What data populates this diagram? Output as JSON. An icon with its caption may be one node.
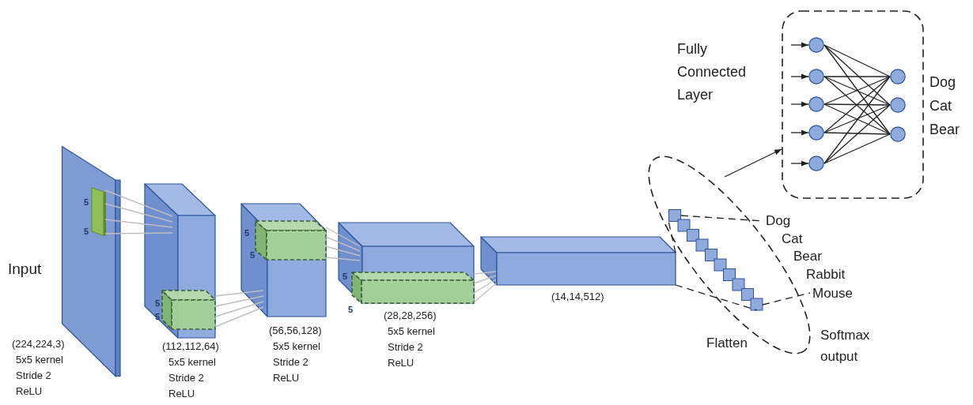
{
  "diagram": {
    "nodes": [
      {
        "text": [],
        "shape": "box",
        "beside": [
          "Input",
          "(224,224,3)",
          "5x5 kernel",
          "Stride 2",
          "ReLU"
        ]
      },
      {
        "text": [],
        "shape": "box",
        "in": 0,
        "beside": [
          "5",
          "5"
        ]
      },
      {
        "text": [],
        "shape": "box",
        "beside": [
          "(112,112,64)",
          "5x5 kernel",
          "Stride 2",
          "ReLU"
        ]
      },
      {
        "text": [],
        "shape": "box",
        "in": 2,
        "beside": [
          "5",
          "5"
        ]
      },
      {
        "text": [],
        "shape": "box",
        "beside": [
          "(56,56,128)",
          "5x5 kernel",
          "Stride 2",
          "ReLU"
        ]
      },
      {
        "text": [],
        "shape": "box",
        "in": 4,
        "beside": [
          "5",
          "5"
        ]
      },
      {
        "text": [],
        "shape": "box",
        "beside": [
          "(28,28,256)",
          "5x5 kernel",
          "Stride 2",
          "ReLU"
        ]
      },
      {
        "text": [],
        "shape": "box",
        "in": 6,
        "beside": [
          "5",
          "5"
        ]
      },
      {
        "text": [],
        "shape": "box",
        "beside": [
          "(14,14,512)"
        ]
      },
      {
        "text": [],
        "shape": "ellipse",
        "beside": [
          "Flatten"
        ]
      },
      {
        "text": [],
        "shape": "box",
        "in": 9
      },
      {
        "text": [
          "Dog",
          "Cat",
          "Bear",
          "Rabbit",
          "Mouse"
        ],
        "beside": [
          "Softmax output"
        ]
      },
      {
        "text": [
          "Fully Connected Layer"
        ]
      },
      {
        "text": [],
        "shape": "circle",
        "in": 12
      },
      {
        "text": [],
        "shape": "circle",
        "in": 12
      },
      {
        "text": [],
        "shape": "circle",
        "in": 12
      },
      {
        "text": [],
        "shape": "circle",
        "in": 12
      },
      {
        "text": [],
        "shape": "circle",
        "in": 12
      },
      {
        "text": [],
        "shape": "circle",
        "in": 12,
        "beside": [
          "Dog"
        ]
      },
      {
        "text": [],
        "shape": "circle",
        "in": 12,
        "beside": [
          "Cat"
        ]
      },
      {
        "text": [],
        "shape": "circle",
        "in": 12,
        "beside": [
          "Bear"
        ]
      }
    ],
    "edges": [
      {
        "from": 1,
        "to": 2,
        "arrow": "none",
        "color": "#bfbfbf"
      },
      {
        "from": 1,
        "to": 2,
        "arrow": "none",
        "color": "#bfbfbf"
      },
      {
        "from": 1,
        "to": 2,
        "arrow": "none",
        "color": "#bfbfbf"
      },
      {
        "from": 1,
        "to": 2,
        "arrow": "none",
        "color": "#bfbfbf"
      },
      {
        "from": 3,
        "to": 4,
        "arrow": "none",
        "color": "#bfbfbf"
      },
      {
        "from": 3,
        "to": 4,
        "arrow": "none",
        "color": "#bfbfbf"
      },
      {
        "from": 3,
        "to": 4,
        "arrow": "none",
        "color": "#bfbfbf"
      },
      {
        "from": 3,
        "to": 4,
        "arrow": "none",
        "color": "#bfbfbf"
      },
      {
        "from": 5,
        "to": 6,
        "arrow": "none",
        "color": "#bfbfbf"
      },
      {
        "from": 5,
        "to": 6,
        "arrow": "none",
        "color": "#bfbfbf"
      },
      {
        "from": 5,
        "to": 6,
        "arrow": "none",
        "color": "#bfbfbf"
      },
      {
        "from": 5,
        "to": 6,
        "arrow": "none",
        "color": "#bfbfbf"
      },
      {
        "from": 7,
        "to": 8,
        "arrow": "none",
        "color": "#bfbfbf"
      },
      {
        "from": 7,
        "to": 8,
        "arrow": "none",
        "color": "#bfbfbf"
      },
      {
        "from": 7,
        "to": 8,
        "arrow": "none",
        "color": "#bfbfbf"
      },
      {
        "from": 7,
        "to": 8,
        "arrow": "none",
        "color": "#bfbfbf"
      },
      {
        "from": 8,
        "to": 10,
        "arrow": "none",
        "style": "dashed"
      },
      {
        "from": 8,
        "to": 10,
        "arrow": "none",
        "style": "dashed"
      },
      {
        "from": 10,
        "to": 11,
        "arrow": "none",
        "style": "dashed"
      },
      {
        "from": 10,
        "to": 11,
        "arrow": "none",
        "style": "dashed"
      },
      {
        "from": 9,
        "to": 12,
        "arrow": "to"
      },
      {
        "from": null,
        "to": 13,
        "arrow": "to"
      },
      {
        "from": null,
        "to": 14,
        "arrow": "to"
      },
      {
        "from": null,
        "to": 15,
        "arrow": "to"
      },
      {
        "from": null,
        "to": 16,
        "arrow": "to"
      },
      {
        "from": null,
        "to": 17,
        "arrow": "to"
      },
      {
        "from": 13,
        "to": 18,
        "arrow": "none"
      },
      {
        "from": 13,
        "to": 19,
        "arrow": "none"
      },
      {
        "from": 13,
        "to": 20,
        "arrow": "none"
      },
      {
        "from": 14,
        "to": 18,
        "arrow": "none"
      },
      {
        "from": 14,
        "to": 19,
        "arrow": "none"
      },
      {
        "from": 14,
        "to": 20,
        "arrow": "none"
      },
      {
        "from": 15,
        "to": 18,
        "arrow": "none"
      },
      {
        "from": 15,
        "to": 19,
        "arrow": "none"
      },
      {
        "from": 15,
        "to": 20,
        "arrow": "none"
      },
      {
        "from": 16,
        "to": 18,
        "arrow": "none"
      },
      {
        "from": 16,
        "to": 19,
        "arrow": "none"
      },
      {
        "from": 16,
        "to": 20,
        "arrow": "none"
      },
      {
        "from": 17,
        "to": 18,
        "arrow": "none"
      },
      {
        "from": 17,
        "to": 19,
        "arrow": "none"
      },
      {
        "from": 17,
        "to": 20,
        "arrow": "none"
      }
    ]
  }
}
